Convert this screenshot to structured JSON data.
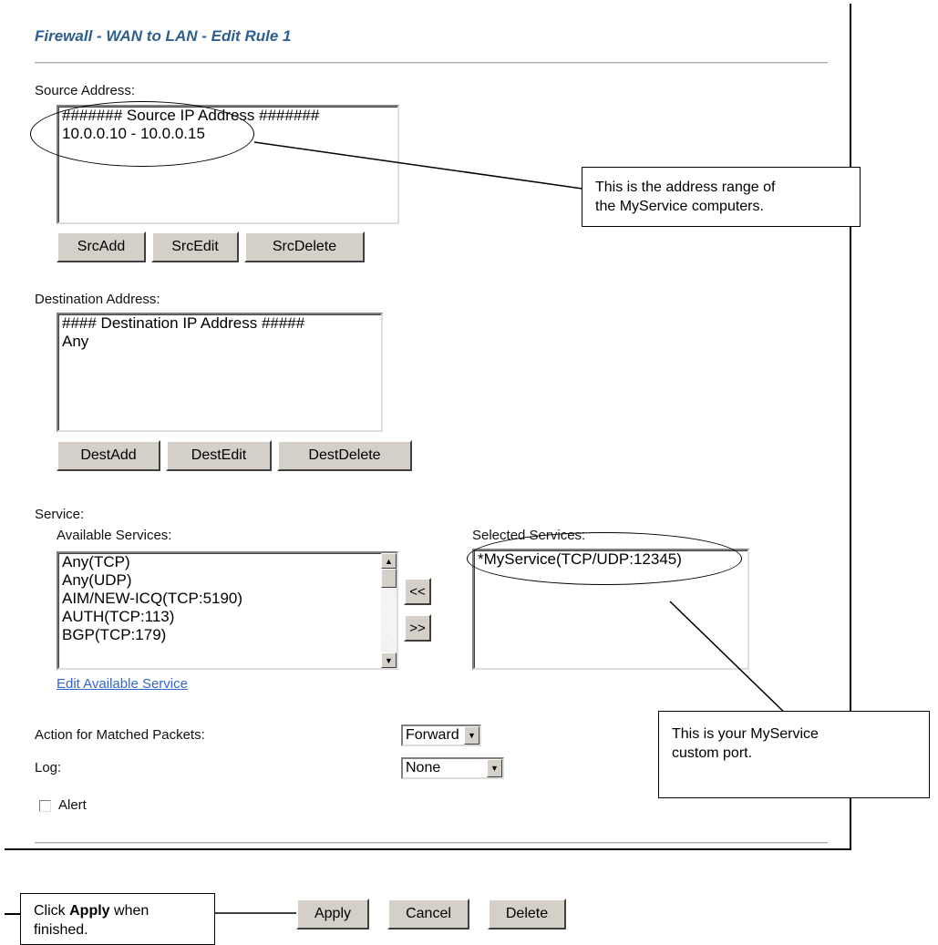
{
  "page": {
    "title": "Firewall - WAN to LAN - Edit Rule 1"
  },
  "source": {
    "label": "Source Address:",
    "items": [
      "####### Source IP Address #######",
      "10.0.0.10 - 10.0.0.15"
    ],
    "buttons": {
      "add": "SrcAdd",
      "edit": "SrcEdit",
      "delete": "SrcDelete"
    }
  },
  "destination": {
    "label": "Destination Address:",
    "items": [
      "#### Destination IP Address #####",
      "Any"
    ],
    "buttons": {
      "add": "DestAdd",
      "edit": "DestEdit",
      "delete": "DestDelete"
    }
  },
  "service": {
    "label": "Service:",
    "available_label": "Available Services:",
    "available": [
      "Any(TCP)",
      "Any(UDP)",
      "AIM/NEW-ICQ(TCP:5190)",
      "AUTH(TCP:113)",
      "BGP(TCP:179)"
    ],
    "selected_label": "Selected Services:",
    "selected": [
      "*MyService(TCP/UDP:12345)"
    ],
    "move_left": "<<",
    "move_right": ">>",
    "edit_link": "Edit Available Service"
  },
  "action": {
    "label": "Action for Matched Packets:",
    "value": "Forward"
  },
  "log": {
    "label": "Log:",
    "value": "None"
  },
  "alert": {
    "label": "Alert",
    "checked": false
  },
  "buttons": {
    "apply": "Apply",
    "cancel": "Cancel",
    "delete": "Delete"
  },
  "callouts": {
    "address_range": [
      "This is the address range of",
      "the MyService computers."
    ],
    "custom_port": [
      "This is your MyService",
      "custom port."
    ],
    "apply_prefix": "Click ",
    "apply_bold": "Apply",
    "apply_suffix": " when",
    "apply_line2": "finished."
  },
  "icons": {
    "scroll_up": "up-arrow",
    "scroll_down": "down-arrow",
    "dropdown": "down-arrow"
  }
}
